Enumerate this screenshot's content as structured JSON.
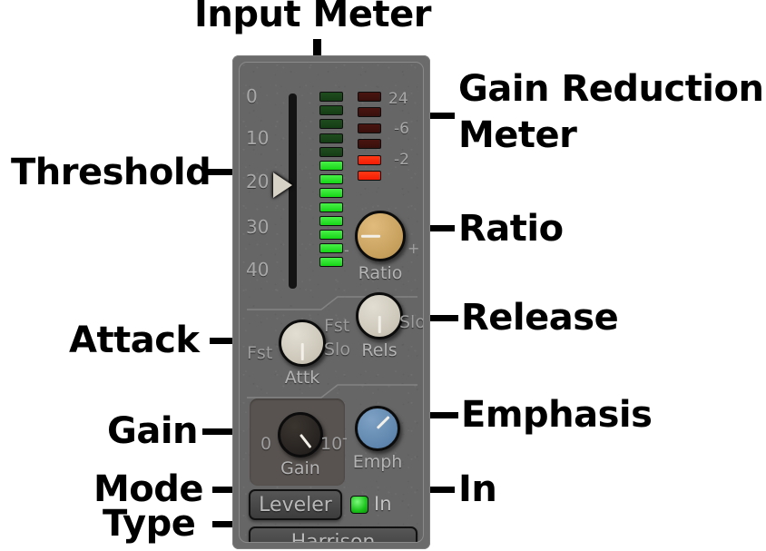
{
  "annotations": [
    {
      "id": "input-meter",
      "label": "Input Meter"
    },
    {
      "id": "gain-reduction-meter",
      "label": "Gain Reduction"
    },
    {
      "id": "gain-reduction-meter-2",
      "label": "Meter"
    },
    {
      "id": "threshold",
      "label": "Threshold"
    },
    {
      "id": "ratio",
      "label": "Ratio"
    },
    {
      "id": "release",
      "label": "Release"
    },
    {
      "id": "attack",
      "label": "Attack"
    },
    {
      "id": "emphasis",
      "label": "Emphasis"
    },
    {
      "id": "gain",
      "label": "Gain"
    },
    {
      "id": "mode",
      "label": "Mode"
    },
    {
      "id": "in",
      "label": "In"
    },
    {
      "id": "type",
      "label": "Type"
    }
  ],
  "panel": {
    "threshold": {
      "scale_labels": [
        "0",
        "10",
        "20",
        "30",
        "40"
      ],
      "handle_value": 20,
      "min": 0,
      "max": 40
    },
    "input_meter": {
      "segment_count": 13,
      "lit_count": 8,
      "color_lit": "#2fe62f",
      "color_dim": "#1e4c1e"
    },
    "gain_reduction_meter": {
      "segment_count": 6,
      "lit_count": 2,
      "color_lit": "#f41c06",
      "color_dim": "#4a1410",
      "scale_labels": [
        "24",
        "-6",
        "-2"
      ]
    },
    "knobs": [
      {
        "id": "ratio",
        "caption": "Ratio",
        "left_label": "-",
        "right_label": "+",
        "color": "#d4ab68",
        "angle": 90
      },
      {
        "id": "attack",
        "caption": "Attk",
        "left_label": "Fst",
        "right_label": "Slo",
        "color": "#cfcabc",
        "angle": 0
      },
      {
        "id": "release",
        "caption": "Rels",
        "left_label": "Fst",
        "right_label": "Slo",
        "color": "#cfcabc",
        "angle": 0
      },
      {
        "id": "gain",
        "caption": "Gain",
        "left_label": "0",
        "right_label": "10",
        "color": "#2b2723",
        "angle": -38
      },
      {
        "id": "emphasis",
        "caption": "Emph",
        "left_label": "-",
        "right_label": "",
        "color": "#5f86ae",
        "angle": -135
      }
    ],
    "buttons": {
      "mode_label": "Leveler",
      "type_label": "Harrison",
      "in_label": "In",
      "in_led_color": "#18c218",
      "in_enabled": true
    }
  }
}
